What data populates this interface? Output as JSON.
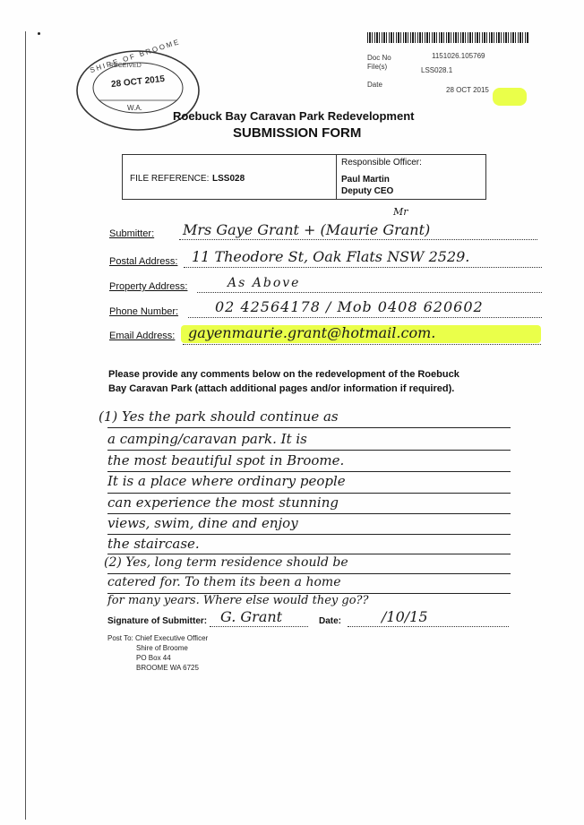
{
  "stamp": {
    "top_text": "SHIRE OF BROOME",
    "received": "RECEIVED",
    "date": "28 OCT 2015",
    "bottom_text": "W.A."
  },
  "records": {
    "doc_no_label": "Doc No",
    "doc_no_value": "1151026.105769",
    "files_label": "File(s)",
    "files_value": "LSS028.1",
    "date_label": "Date",
    "date_value": "28 OCT 2015"
  },
  "header": {
    "title": "Roebuck Bay Caravan Park Redevelopment",
    "subtitle": "SUBMISSION FORM"
  },
  "reference": {
    "file_ref_label": "FILE REFERENCE:",
    "file_ref_value": "LSS028",
    "officer_label": "Responsible Officer:",
    "officer_name": "Paul Martin",
    "officer_title": "Deputy CEO"
  },
  "fields": {
    "submitter_label": "Submitter:",
    "submitter_value": "Mrs Gaye Grant + (Maurie Grant)",
    "submitter_insert": "Mr",
    "postal_label": "Postal Address:",
    "postal_value": "11 Theodore St, Oak Flats NSW 2529.",
    "property_label": "Property Address:",
    "property_value": "As Above",
    "phone_label": "Phone Number:",
    "phone_value": "02 42564178 / Mob 0408 620602",
    "email_label": "Email Address:",
    "email_value": "gayenmaurie.grant@hotmail.com."
  },
  "instructions": {
    "line1": "Please provide any comments below on the redevelopment of the Roebuck",
    "line2": "Bay Caravan Park (attach additional pages and/or information if required)."
  },
  "comments": [
    "(1) Yes the park should continue as",
    "a camping/caravan park. It is",
    "the most beautiful spot in Broome.",
    "It is a place where ordinary people",
    "can experience the most stunning",
    "views, swim, dine and enjoy",
    "the staircase.",
    "(2) Yes, long term residence should be",
    "catered for. To them its been a home",
    "for many years. Where else would they go??"
  ],
  "signature": {
    "label": "Signature of Submitter:",
    "value": "G. Grant",
    "date_label": "Date:",
    "date_value": "/10/15"
  },
  "post_to": {
    "line1": "Post To: Chief Executive Officer",
    "line2": "Shire of Broome",
    "line3": "PO Box 44",
    "line4": "BROOME  WA  6725"
  },
  "colors": {
    "highlight": "#e6ff2a",
    "ink": "#1a1a1a"
  }
}
